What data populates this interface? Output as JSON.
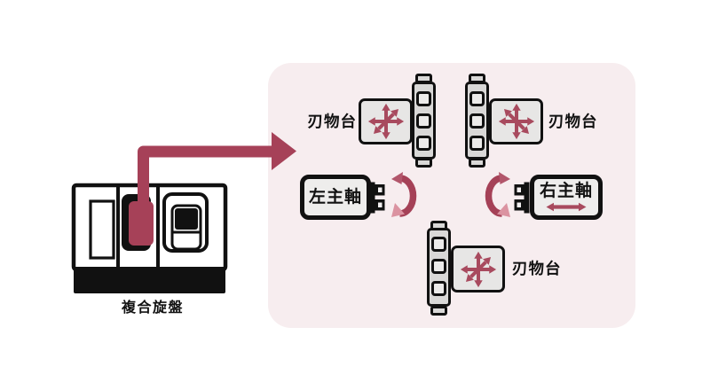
{
  "machine": {
    "label": "複合旋盤"
  },
  "diagram": {
    "tool_post_top_left": {
      "label": "刃物台"
    },
    "tool_post_top_right": {
      "label": "刃物台"
    },
    "tool_post_bottom": {
      "label": "刃物台"
    },
    "spindle_left": {
      "label": "左主軸"
    },
    "spindle_right": {
      "label": "右主軸"
    }
  },
  "icons": {
    "callout_arrow": "bent maroon arrow from machine to detail panel",
    "multi_direction_arrow": "six-way cross arrow (tool post travel)",
    "turret": "tool turret strip with three stations",
    "chuck": "spindle chuck jaws",
    "rotation_arrow": "curved arrow (spindle rotation)",
    "z_travel_arrow": "left-right double arrow (spindle travel)"
  },
  "colors": {
    "accent_maroon": "#a64158",
    "arrow_maroon": "#a84a5e",
    "accent_pink": "#db93a1",
    "panel_bg": "#f7edef",
    "box_gray": "#e7e6e5",
    "turret_gray": "#d9d8d7",
    "outline_black": "#111111"
  }
}
